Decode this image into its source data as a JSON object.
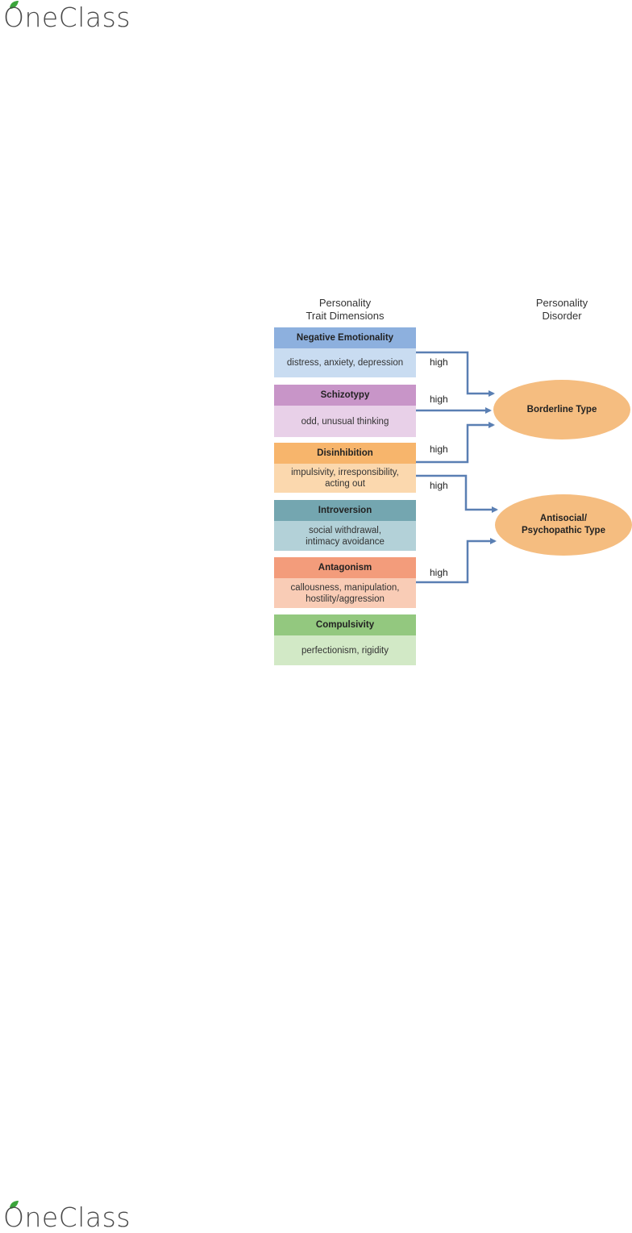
{
  "brand": {
    "name": "OneClass",
    "leaf_color": "#3aa53a",
    "apple_color": "#2c2c2c"
  },
  "diagram": {
    "left_header": "Personality\nTrait Dimensions",
    "right_header": "Personality\nDisorder",
    "traits": [
      {
        "title": "Negative Emotionality",
        "description": "distress, anxiety, depression",
        "title_color": "#8db0de",
        "desc_color": "#c9dcf1"
      },
      {
        "title": "Schizotypy",
        "description": "odd, unusual thinking",
        "title_color": "#c895c8",
        "desc_color": "#e8d0e8"
      },
      {
        "title": "Disinhibition",
        "description": "impulsivity, irresponsibility,\nacting out",
        "title_color": "#f7b56c",
        "desc_color": "#fbd8ae"
      },
      {
        "title": "Introversion",
        "description": "social withdrawal,\nintimacy avoidance",
        "title_color": "#74a6b0",
        "desc_color": "#b3d1d8"
      },
      {
        "title": "Antagonism",
        "description": "callousness, manipulation,\nhostility/aggression",
        "title_color": "#f39c7b",
        "desc_color": "#f9ccb6"
      },
      {
        "title": "Compulsivity",
        "description": "perfectionism, rigidity",
        "title_color": "#93c87f",
        "desc_color": "#d2e9c6"
      }
    ],
    "disorders": [
      {
        "name": "Borderline Type"
      },
      {
        "name": "Antisocial/\nPsychopathic Type"
      }
    ],
    "connection_label": "high",
    "connections": [
      {
        "from": "Negative Emotionality",
        "to": "Borderline Type",
        "label": "high"
      },
      {
        "from": "Schizotypy",
        "to": "Borderline Type",
        "label": "high"
      },
      {
        "from": "Disinhibition",
        "to": "Borderline Type",
        "label": "high"
      },
      {
        "from": "Disinhibition",
        "to": "Antisocial/Psychopathic Type",
        "label": "high"
      },
      {
        "from": "Antagonism",
        "to": "Antisocial/Psychopathic Type",
        "label": "high"
      }
    ],
    "arrow_color": "#5a7fb3"
  }
}
